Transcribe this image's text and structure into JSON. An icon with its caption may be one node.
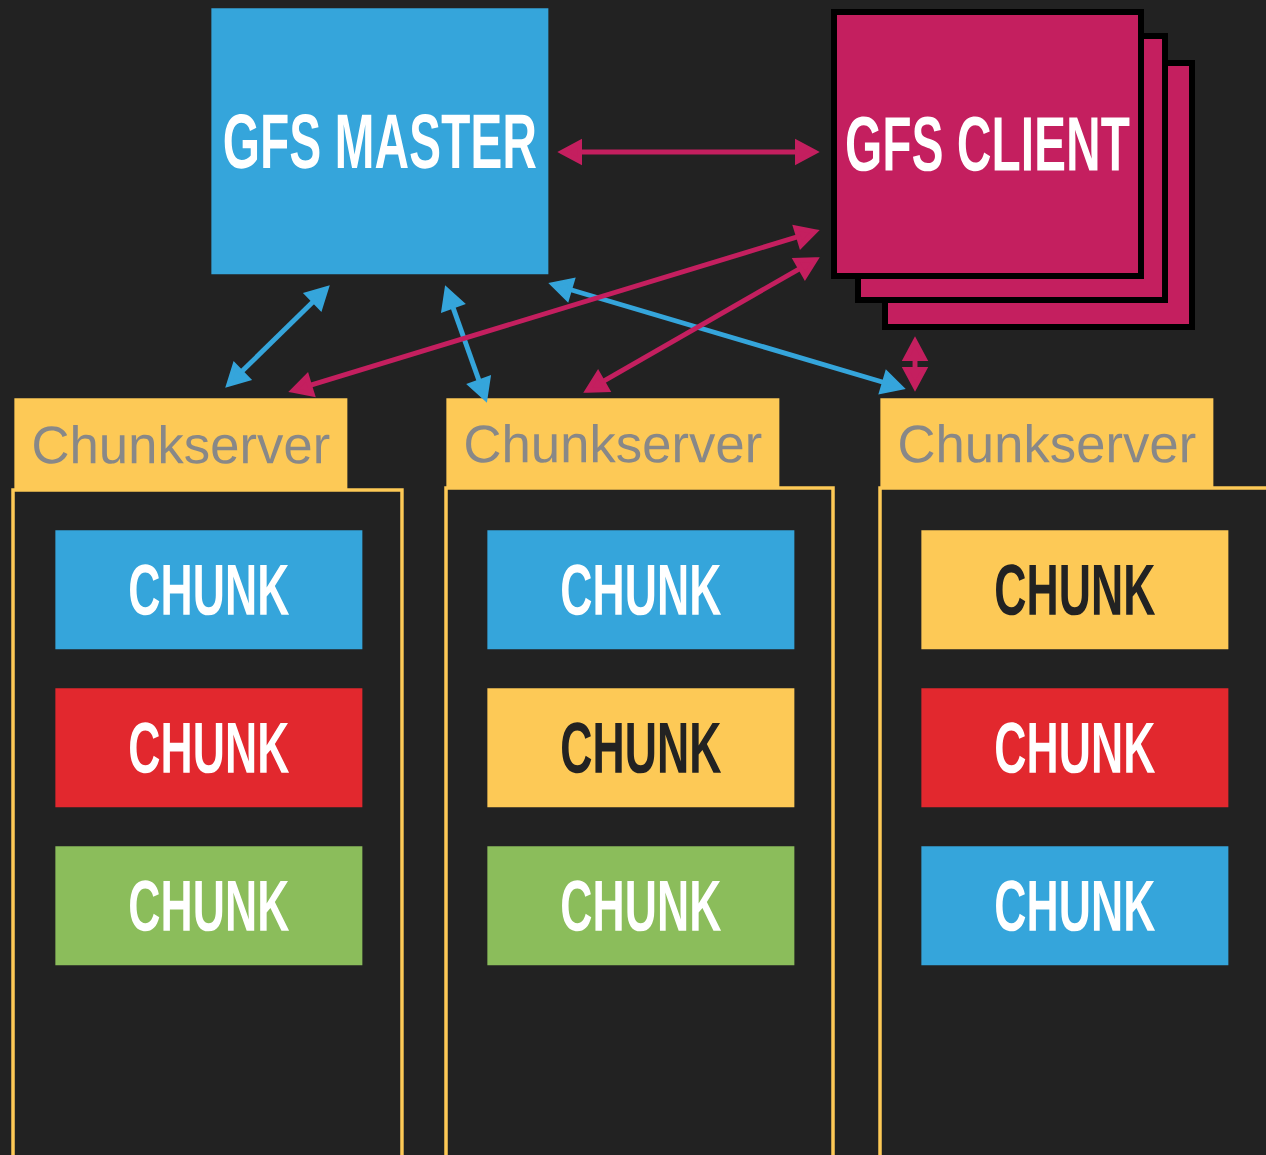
{
  "diagram": {
    "nodes": [
      {
        "text": [
          "GFS MASTER"
        ]
      },
      {
        "text": [
          "GFS CLIENT"
        ]
      },
      {
        "text": [
          "Chunkserver"
        ]
      },
      {
        "text": [
          "CHUNK"
        ],
        "in": 2
      },
      {
        "text": [
          "CHUNK"
        ],
        "in": 2
      },
      {
        "text": [
          "CHUNK"
        ],
        "in": 2
      },
      {
        "text": [
          "Chunkserver"
        ]
      },
      {
        "text": [
          "CHUNK"
        ],
        "in": 6
      },
      {
        "text": [
          "CHUNK"
        ],
        "in": 6
      },
      {
        "text": [
          "CHUNK"
        ],
        "in": 6
      },
      {
        "text": [
          "Chunkserver"
        ]
      },
      {
        "text": [
          "CHUNK"
        ],
        "in": 10
      },
      {
        "text": [
          "CHUNK"
        ],
        "in": 10
      },
      {
        "text": [
          "CHUNK"
        ],
        "in": 10
      }
    ],
    "edges": [
      {
        "from": 0,
        "to": 1,
        "arrow": "both"
      },
      {
        "from": 0,
        "to": 2,
        "arrow": "both",
        "color": "#35a5db"
      },
      {
        "from": 0,
        "to": 6,
        "arrow": "both",
        "color": "#35a5db"
      },
      {
        "from": 0,
        "to": 10,
        "arrow": "both",
        "color": "#35a5db"
      },
      {
        "from": 1,
        "to": 2,
        "arrow": "both"
      },
      {
        "from": 1,
        "to": 6,
        "arrow": "both"
      },
      {
        "from": 1,
        "to": 10,
        "arrow": "both"
      }
    ]
  }
}
